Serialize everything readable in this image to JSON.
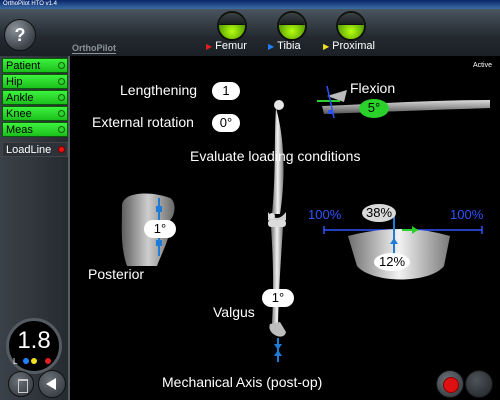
{
  "window": {
    "title": "OrthoPilot HTO v1.4"
  },
  "header": {
    "help_label": "?",
    "logo": "OrthoPilot",
    "segments": [
      {
        "label": "Femur",
        "marker": "▶",
        "marker_color": "#e02020"
      },
      {
        "label": "Tibia",
        "marker": "▶",
        "marker_color": "#2080ff"
      },
      {
        "label": "Proximal",
        "marker": "▶",
        "marker_color": "#f0e020"
      }
    ]
  },
  "sidebar": {
    "items": [
      {
        "label": "Patient",
        "active": false
      },
      {
        "label": "Hip",
        "active": false
      },
      {
        "label": "Ankle",
        "active": false
      },
      {
        "label": "Knee",
        "active": false
      },
      {
        "label": "Meas",
        "active": false
      },
      {
        "label": "LoadLine",
        "active": true
      }
    ],
    "gauge": {
      "value": "1.8",
      "label": "L"
    }
  },
  "main": {
    "status": "Active",
    "lengthening": {
      "label": "Lengthening",
      "value": "1"
    },
    "external_rotation": {
      "label": "External rotation",
      "value": "0°"
    },
    "flexion": {
      "label": "Flexion",
      "value": "5°"
    },
    "instruction": "Evaluate loading conditions",
    "posterior": {
      "label": "Posterior",
      "value": "1°"
    },
    "valgus": {
      "label": "Valgus",
      "value": "1°"
    },
    "tibial_plateau": {
      "left_pct": "100%",
      "right_pct": "100%",
      "load_pct": "38%",
      "depth_pct": "12%"
    },
    "footer_label": "Mechanical Axis (post-op)"
  },
  "colors": {
    "accent_green": "#2bd12b",
    "accent_blue": "#2f52ff",
    "record_red": "#e01010"
  }
}
